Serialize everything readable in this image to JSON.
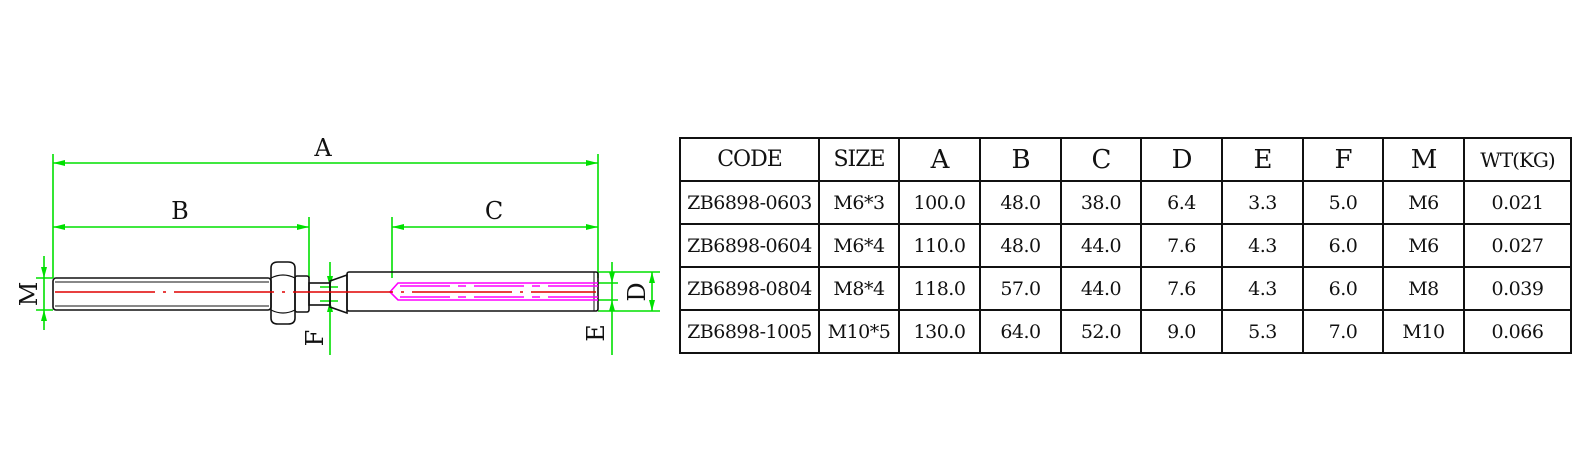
{
  "dimension_labels": {
    "A": "A",
    "B": "B",
    "C": "C",
    "D": "D",
    "E": "E",
    "F": "F",
    "M": "M"
  },
  "colors": {
    "dimension": "#00e000",
    "centerline": "#e00000",
    "hidden": "#ff00ff",
    "outline": "#111111"
  },
  "table": {
    "headers": [
      "CODE",
      "SIZE",
      "A",
      "B",
      "C",
      "D",
      "E",
      "F",
      "M",
      "WT(KG)"
    ],
    "rows": [
      [
        "ZB6898-0603",
        "M6*3",
        "100.0",
        "48.0",
        "38.0",
        "6.4",
        "3.3",
        "5.0",
        "M6",
        "0.021"
      ],
      [
        "ZB6898-0604",
        "M6*4",
        "110.0",
        "48.0",
        "44.0",
        "7.6",
        "4.3",
        "6.0",
        "M6",
        "0.027"
      ],
      [
        "ZB6898-0804",
        "M8*4",
        "118.0",
        "57.0",
        "44.0",
        "7.6",
        "4.3",
        "6.0",
        "M8",
        "0.039"
      ],
      [
        "ZB6898-1005",
        "M10*5",
        "130.0",
        "64.0",
        "52.0",
        "9.0",
        "5.3",
        "7.0",
        "M10",
        "0.066"
      ]
    ]
  }
}
